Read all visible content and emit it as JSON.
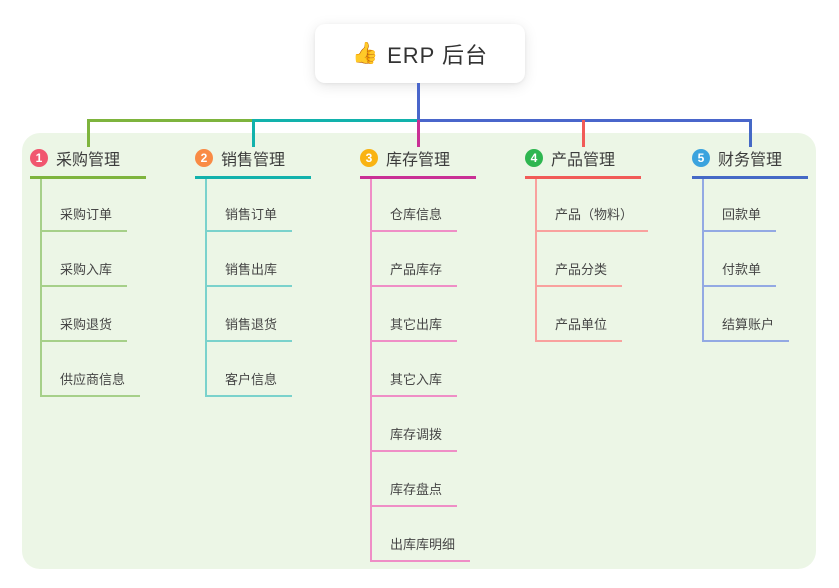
{
  "root": {
    "emoji": "👍",
    "label": "ERP 后台"
  },
  "colors": {
    "background": "#ffffff",
    "panel": "#ECF6E6",
    "stem_blue": "#4A66CB",
    "text_dark": "#3c3c3c",
    "text_child": "#464646"
  },
  "branches": [
    {
      "number": "1",
      "label": "采购管理",
      "badge_color": "#F1566F",
      "line_color": "#7EB43D",
      "child_line_color": "#A6D089",
      "children": [
        "采购订单",
        "采购入库",
        "采购退货",
        "供应商信息"
      ]
    },
    {
      "number": "2",
      "label": "销售管理",
      "badge_color": "#F98B45",
      "line_color": "#12B2AC",
      "child_line_color": "#7AD2CC",
      "children": [
        "销售订单",
        "销售出库",
        "销售退货",
        "客户信息"
      ]
    },
    {
      "number": "3",
      "label": "库存管理",
      "badge_color": "#F9B312",
      "line_color": "#C93095",
      "child_line_color": "#EF8EC6",
      "children": [
        "仓库信息",
        "产品库存",
        "其它出库",
        "其它入库",
        "库存调拨",
        "库存盘点",
        "出库库明细"
      ]
    },
    {
      "number": "4",
      "label": "产品管理",
      "badge_color": "#2EB650",
      "line_color": "#F15B57",
      "child_line_color": "#F9A19E",
      "children": [
        "产品（物料）",
        "产品分类",
        "产品单位"
      ]
    },
    {
      "number": "5",
      "label": "财务管理",
      "badge_color": "#3BA3DE",
      "line_color": "#4569C6",
      "child_line_color": "#93A9E3",
      "children": [
        "回款单",
        "付款单",
        "结算账户"
      ]
    }
  ]
}
